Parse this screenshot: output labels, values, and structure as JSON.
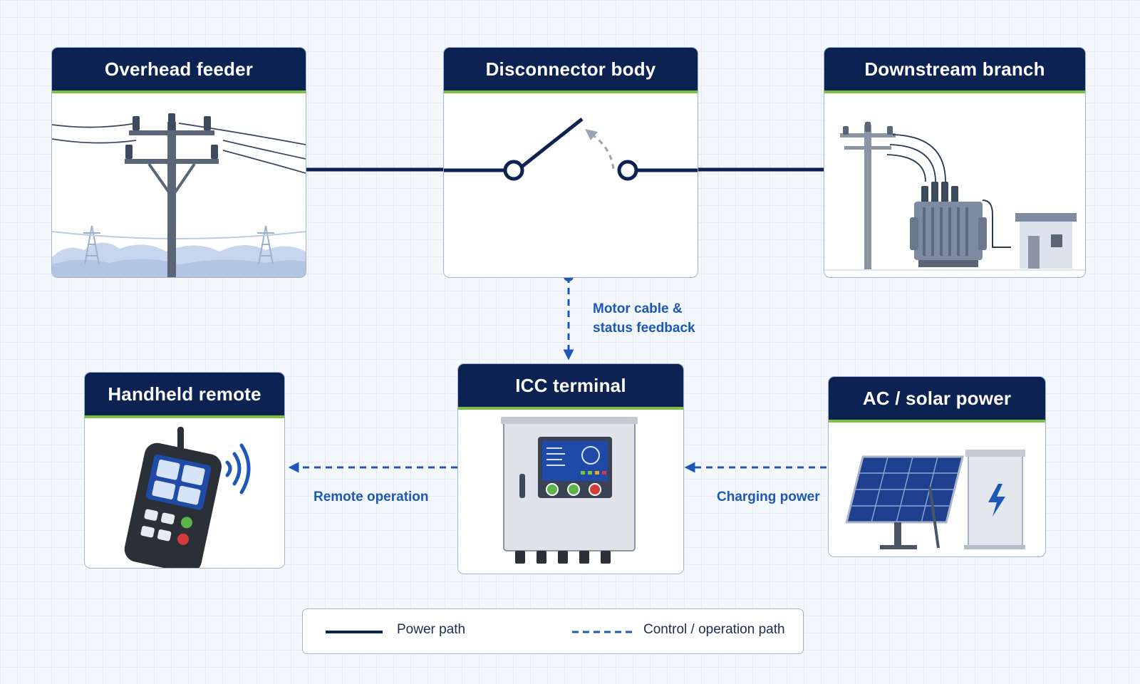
{
  "nodes": {
    "overhead_feeder": {
      "title": "Overhead feeder"
    },
    "disconnector_body": {
      "title": "Disconnector body"
    },
    "downstream_branch": {
      "title": "Downstream branch"
    },
    "handheld_remote": {
      "title": "Handheld remote"
    },
    "icc_terminal": {
      "title": "ICC terminal"
    },
    "ac_solar_power": {
      "title": "AC / solar power"
    }
  },
  "edges": {
    "motor_cable": {
      "line1": "Motor cable &",
      "line2": "status feedback"
    },
    "remote_operation": {
      "label": "Remote operation"
    },
    "charging_power": {
      "label": "Charging power"
    }
  },
  "legend": {
    "power_path": "Power path",
    "control_path": "Control / operation path"
  },
  "colors": {
    "header_navy": "#0b2252",
    "accent_green": "#7cc242",
    "control_blue": "#1d58b8",
    "power_line": "#0b2252"
  }
}
